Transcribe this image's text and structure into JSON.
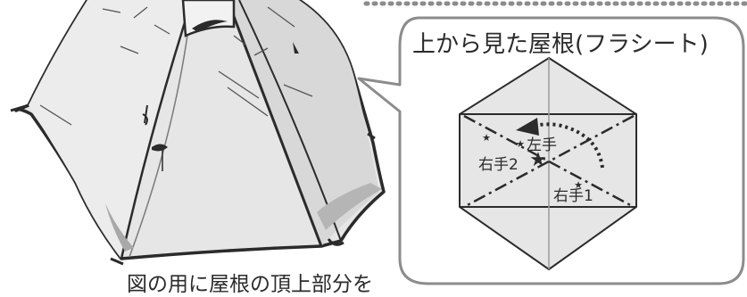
{
  "bubble": {
    "title": "上から見た屋根(フラシート)",
    "labels": {
      "left_hand": "左手",
      "right_hand_2": "右手2",
      "right_hand_1": "右手1"
    }
  },
  "caption": "図の用に屋根の頂上部分を",
  "colors": {
    "line": "#2b2b2b",
    "fill_light": "#e6e6e6",
    "fill_mid": "#cfcfcf",
    "dotted_border": "#8c8c8c"
  }
}
